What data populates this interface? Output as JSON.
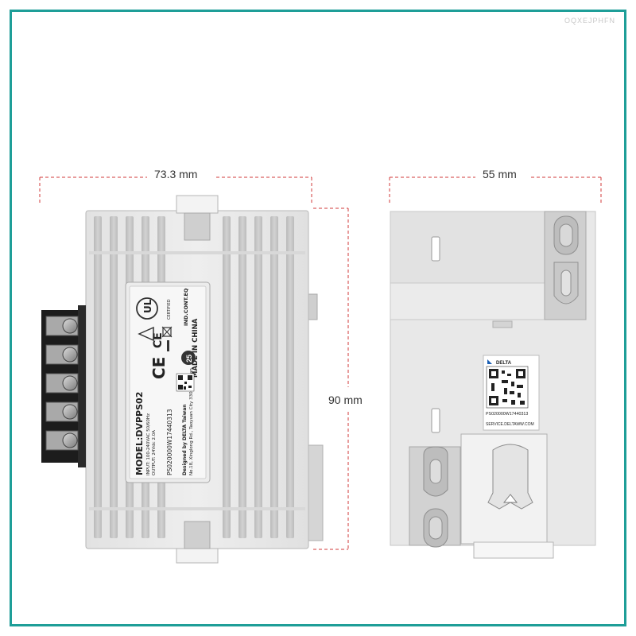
{
  "watermark": "OQXEJPHFN",
  "dimensions": {
    "width_front": "73.3 mm",
    "width_side": "55 mm",
    "height": "90 mm"
  },
  "label": {
    "model": "MODEL:DVPPS02",
    "input": "INPUT: 100-240VAC 50/60Hz",
    "output": "OUTPUT: 24Vdc 2.0A",
    "serial": "PS020000W17440313",
    "designed_by": "Designed by DELTA Taiwan",
    "address": "No.18, Xinglong Rd., Taoyuan City 33068, Taiwan",
    "made_in": "MADE IN CHINA",
    "ind_cont_eq": "IND.CONT.EQ",
    "certified": "CERTIFIED",
    "ce": "CE",
    "recycle_number": "25"
  },
  "side_label": {
    "brand": "DELTA",
    "serial": "PS020000W17440313",
    "service": "SERVICE.DELTAWW.COM"
  },
  "colors": {
    "frame": "#1e9e98",
    "body": "#e6e6e6",
    "dimension_line": "#d23a3a"
  }
}
